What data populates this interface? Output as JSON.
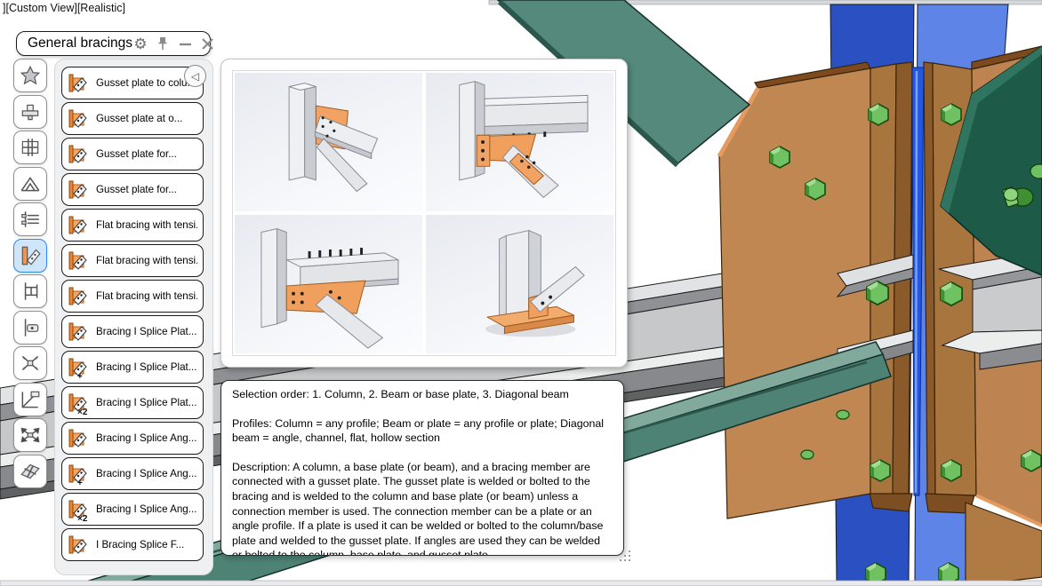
{
  "window": {
    "view_label": "][Custom View][Realistic]"
  },
  "panel": {
    "title": "General bracings",
    "header_icons": [
      "settings-gear",
      "pin",
      "minimize",
      "close"
    ],
    "gear_glyph": "⚙",
    "collapse_glyph": "◁"
  },
  "toolbar": {
    "icons": [
      "favorites-star",
      "base-plate",
      "frame-connection",
      "truss",
      "beam-with-bolts",
      "gusset-bracing-selected",
      "beam-to-column",
      "beam-bolted-plate",
      "truss-x-plates",
      "frame-diagonal",
      "cross-bracing-arrows",
      "diagonal-splice-plates"
    ],
    "selected_index": 5
  },
  "component_list": {
    "items": [
      {
        "label": "Gusset plate to colu...",
        "badge": ""
      },
      {
        "label": "Gusset plate at o...",
        "badge": ""
      },
      {
        "label": "Gusset plate for...",
        "badge": ""
      },
      {
        "label": "Gusset plate for...",
        "badge": ""
      },
      {
        "label": "Flat bracing with tensi...",
        "badge": ""
      },
      {
        "label": "Flat bracing with tensi...",
        "badge": ""
      },
      {
        "label": "Flat bracing with tensi...",
        "badge": ""
      },
      {
        "label": "Bracing I Splice Plat...",
        "badge": ""
      },
      {
        "label": "Bracing I Splice Plat...",
        "badge": "+"
      },
      {
        "label": "Bracing I Splice Plat...",
        "badge": "×2"
      },
      {
        "label": "Bracing I Splice Ang...",
        "badge": ""
      },
      {
        "label": "Bracing I Splice Ang...",
        "badge": "+"
      },
      {
        "label": "Bracing I Splice Ang...",
        "badge": "×2"
      },
      {
        "label": "I Bracing Splice F...",
        "badge": ""
      }
    ]
  },
  "description": {
    "p1": "Selection order: 1. Column, 2. Beam or base plate, 3. Diagonal beam",
    "p2": "Profiles: Column = any profile; Beam or plate = any profile or plate; Diagonal beam = angle, channel, flat, hollow section",
    "p3": "Description: A column, a base plate (or beam), and a bracing member are connected with a gusset plate.  The gusset plate is welded or bolted to the bracing and is welded to the column and base plate (or beam) unless a connection member is used.  The connection member can be a plate or an angle profile.  If a plate is used it can be welded or bolted to the column/base plate and welded to the gusset plate.  If angles are used they can be welded or bolted to the column, base plate, and gusset plate."
  },
  "colors": {
    "selection_blue": "#2d8ceb",
    "column_dark_blue": "#2a50c2",
    "column_light_blue": "#5e84e8",
    "gusset_tan": "#c08753",
    "bolt_green": "#6fc161",
    "brace_teal": "#4e8274",
    "bracket_dark_green": "#1e5a48",
    "component_icon_orange": "#f5a55f"
  }
}
